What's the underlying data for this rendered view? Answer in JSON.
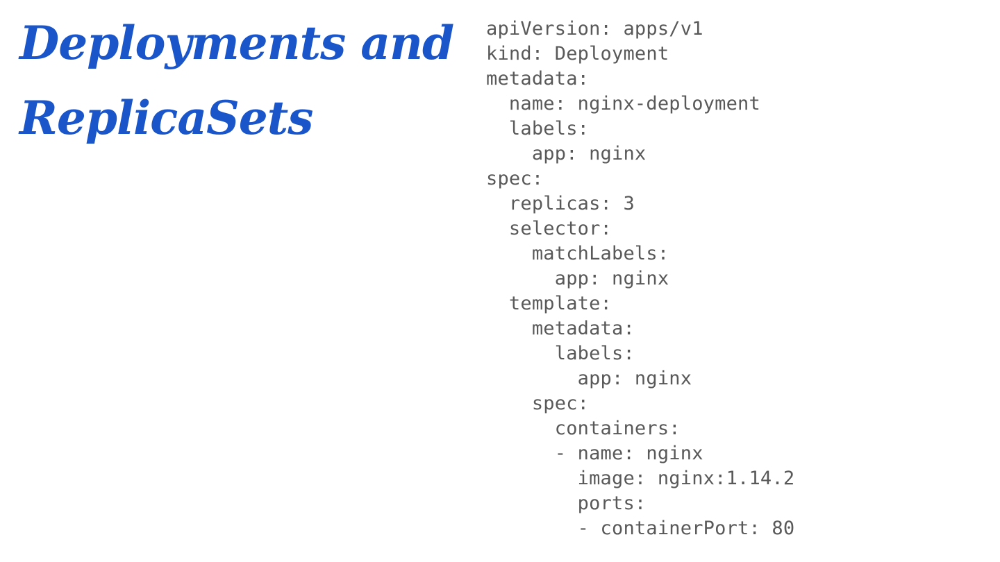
{
  "slide": {
    "title_lines": [
      "Deployments and",
      "ReplicaSets"
    ],
    "code_lines": [
      "apiVersion: apps/v1",
      "kind: Deployment",
      "metadata:",
      "  name: nginx-deployment",
      "  labels:",
      "    app: nginx",
      "spec:",
      "  replicas: 3",
      "  selector:",
      "    matchLabels:",
      "      app: nginx",
      "  template:",
      "    metadata:",
      "      labels:",
      "        app: nginx",
      "    spec:",
      "      containers:",
      "      - name: nginx",
      "        image: nginx:1.14.2",
      "        ports:",
      "        - containerPort: 80"
    ]
  },
  "colors": {
    "title": "#1a56c9",
    "code": "#595959",
    "background": "#ffffff"
  }
}
